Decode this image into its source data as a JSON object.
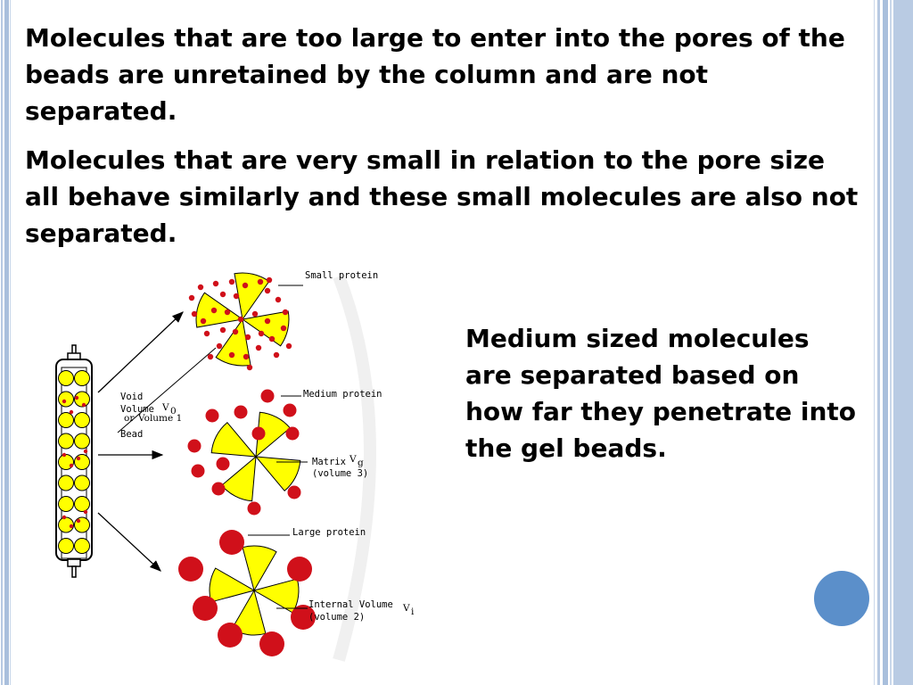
{
  "slide": {
    "paragraphs": [
      "Molecules that are too large to enter into the pores of the beads are unretained by the column and are not separated.",
      "Molecules that are very small in relation to the pore size all behave similarly and these small molecules are also not separated.",
      "Medium sized molecules are separated based on how far they penetrate into the gel beads."
    ]
  },
  "diagram": {
    "labels": {
      "small_protein": "Small protein",
      "medium_protein": "Medium protein",
      "large_protein": "Large protein",
      "void": "Void",
      "volume": "Volume",
      "v0_symbol": "V",
      "v0_sub": "0",
      "or": "or",
      "volume1": "Volume 1",
      "bead": "Bead",
      "matrix": "Matrix",
      "vg_symbol": "V",
      "vg_sub": "g",
      "volume3": "(volume 3)",
      "internal_volume": "Internal Volume",
      "vi_symbol": "V",
      "vi_sub": "i",
      "volume2": "(volume 2)"
    }
  },
  "colors": {
    "bead_fill": "#ffff00",
    "protein_red": "#d0101a",
    "border_blue": "#a9bfdc",
    "accent_circle": "#5b8fca"
  }
}
